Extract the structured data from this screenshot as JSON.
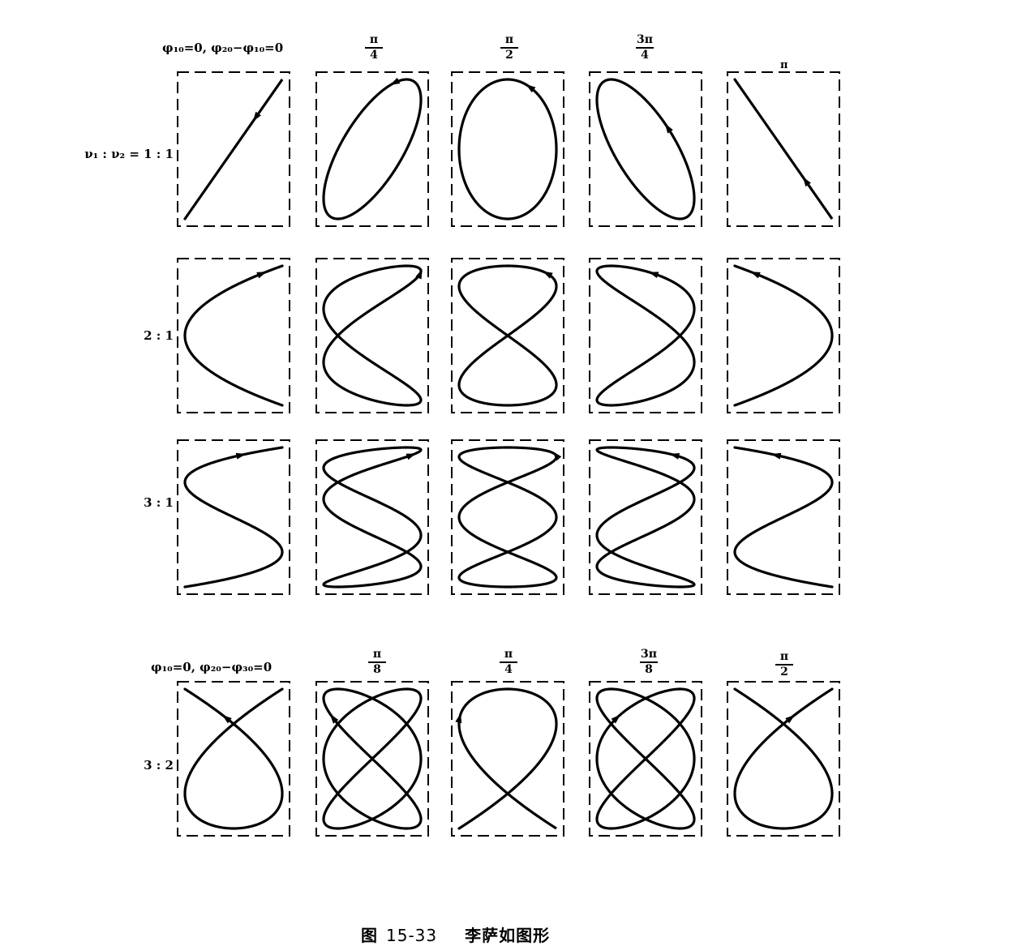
{
  "figure": {
    "caption_prefix": "图",
    "caption_number": "15-33",
    "caption_title": "李萨如图形"
  },
  "top_header": {
    "phase_label": "φ₁₀=0, φ₂₀−φ₁₀=0",
    "columns": [
      {
        "num": "",
        "den": ""
      },
      {
        "num": "π",
        "den": "4"
      },
      {
        "num": "π",
        "den": "2"
      },
      {
        "num": "3π",
        "den": "4"
      },
      {
        "num": "π",
        "den": ""
      }
    ]
  },
  "bottom_header": {
    "phase_label": "φ₁₀=0, φ₂₀−φ₃₀=0",
    "columns": [
      {
        "num": "",
        "den": ""
      },
      {
        "num": "π",
        "den": "8"
      },
      {
        "num": "π",
        "den": "4"
      },
      {
        "num": "3π",
        "den": "8"
      },
      {
        "num": "π",
        "den": "2"
      }
    ]
  },
  "rows": [
    {
      "label": "ν₁ : ν₂ = 1 : 1",
      "ratio": [
        1,
        1
      ],
      "phases": [
        0,
        0.7854,
        1.5708,
        2.3562,
        3.1416
      ]
    },
    {
      "label": "2 : 1",
      "ratio": [
        2,
        1
      ],
      "phases": [
        0,
        0.7854,
        1.5708,
        2.3562,
        3.1416
      ]
    },
    {
      "label": "3 : 1",
      "ratio": [
        3,
        1
      ],
      "phases": [
        0,
        0.7854,
        1.5708,
        2.3562,
        3.1416
      ]
    },
    {
      "label": "3 : 2",
      "ratio": [
        3,
        2
      ],
      "phases": [
        0,
        0.3927,
        0.7854,
        1.1781,
        1.5708
      ]
    }
  ],
  "style": {
    "curve_color": "#000000",
    "frame_color": "#000000",
    "background": "#ffffff"
  }
}
